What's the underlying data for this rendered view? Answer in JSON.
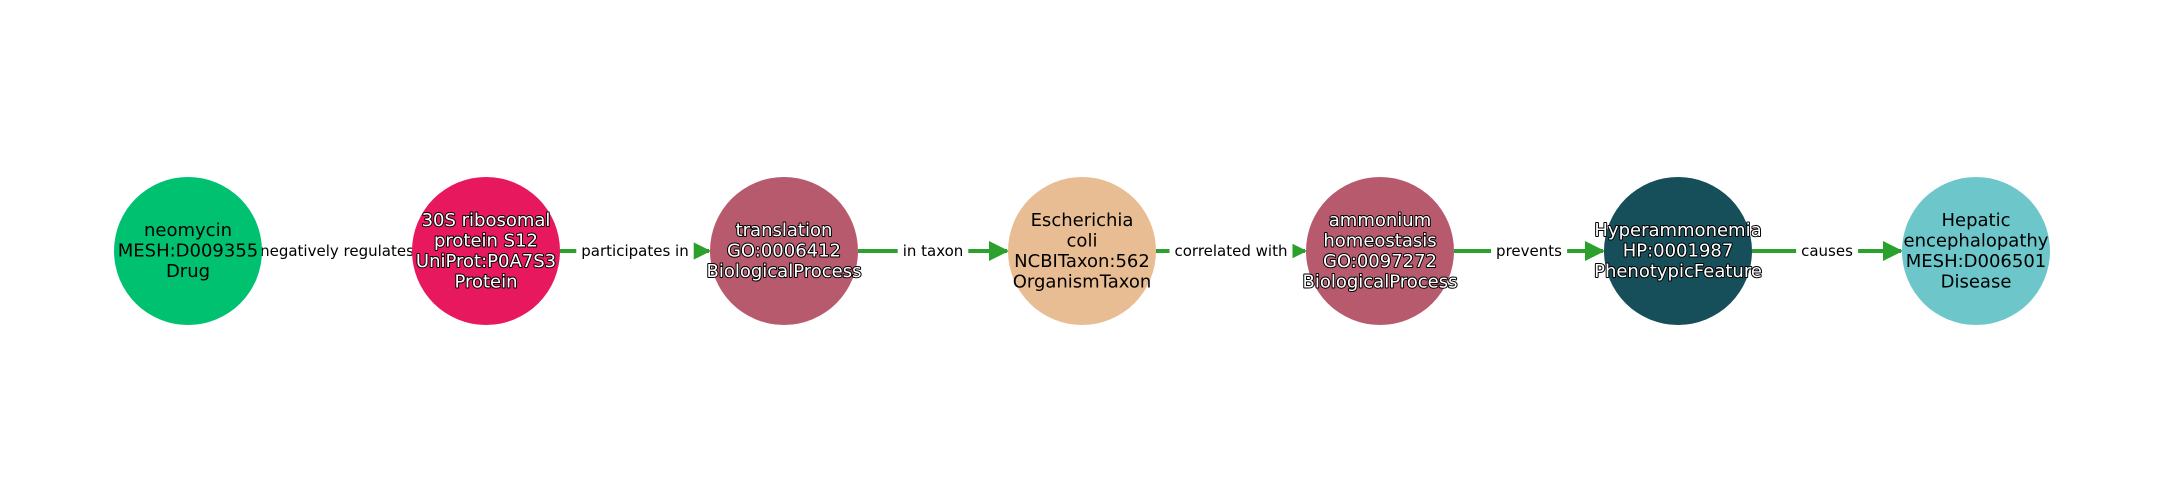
{
  "edge_color": "#2ca02c",
  "nodes": [
    {
      "id": "neomycin",
      "lines": [
        "neomycin",
        "MESH:D009355",
        "Drug"
      ],
      "color": "#00c170",
      "text_color": "#000000",
      "halo": false
    },
    {
      "id": "30s-ribosomal-protein-s12",
      "lines": [
        "30S ribosomal",
        "protein S12",
        "UniProt:P0A7S3",
        "Protein"
      ],
      "color": "#e8185f",
      "text_color": "#ffffff",
      "halo": true
    },
    {
      "id": "translation",
      "lines": [
        "translation",
        "GO:0006412",
        "BiologicalProcess"
      ],
      "color": "#b85a6e",
      "text_color": "#ffffff",
      "halo": true
    },
    {
      "id": "escherichia-coli",
      "lines": [
        "Escherichia",
        "coli",
        "NCBITaxon:562",
        "OrganismTaxon"
      ],
      "color": "#e9bd93",
      "text_color": "#000000",
      "halo": false
    },
    {
      "id": "ammonium-homeostasis",
      "lines": [
        "ammonium",
        "homeostasis",
        "GO:0097272",
        "BiologicalProcess"
      ],
      "color": "#b85a6e",
      "text_color": "#ffffff",
      "halo": true
    },
    {
      "id": "hyperammonemia",
      "lines": [
        "Hyperammonemia",
        "HP:0001987",
        "PhenotypicFeature"
      ],
      "color": "#164e5a",
      "text_color": "#ffffff",
      "halo": true
    },
    {
      "id": "hepatic-encephalopathy",
      "lines": [
        "Hepatic",
        "encephalopathy",
        "MESH:D006501",
        "Disease"
      ],
      "color": "#6dc6c9",
      "text_color": "#000000",
      "halo": false
    }
  ],
  "edges": [
    {
      "from": 0,
      "to": 1,
      "label": "negatively regulates"
    },
    {
      "from": 1,
      "to": 2,
      "label": "participates in"
    },
    {
      "from": 2,
      "to": 3,
      "label": "in taxon"
    },
    {
      "from": 3,
      "to": 4,
      "label": "correlated with"
    },
    {
      "from": 4,
      "to": 5,
      "label": "prevents"
    },
    {
      "from": 5,
      "to": 6,
      "label": "causes"
    }
  ]
}
